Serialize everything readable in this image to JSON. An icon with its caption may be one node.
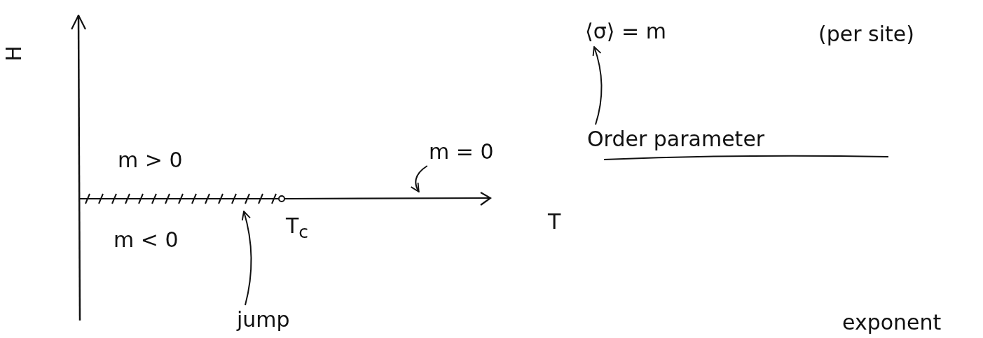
{
  "diagram": {
    "nodes": [
      {
        "text": [
          "⟨σ⟩ = m"
        ]
      },
      {
        "text": [
          "Order parameter"
        ]
      },
      {
        "text": [
          "m = 0"
        ]
      },
      {
        "text": [],
        "shape": "line"
      },
      {
        "text": [],
        "shape": "line"
      },
      {
        "text": [
          "jump"
        ]
      }
    ],
    "edges": [
      {
        "from": 1,
        "to": 0,
        "arrow": "to"
      },
      {
        "from": 2,
        "to": 4,
        "arrow": "to"
      },
      {
        "from": 5,
        "to": 3,
        "arrow": "to"
      }
    ],
    "labels": [
      "H",
      "(per site)",
      "m > 0",
      "m < 0",
      "T$_{c}$",
      "T",
      "exponent"
    ]
  }
}
